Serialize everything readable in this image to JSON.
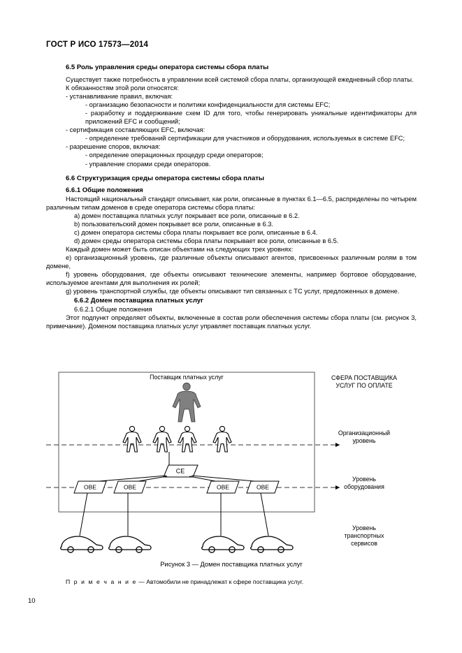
{
  "document": {
    "header": "ГОСТ Р ИСО 17573—2014",
    "page_number": "10"
  },
  "sections": {
    "s65_title": "6.5  Роль управления среды оператора системы сбора платы",
    "s65_p1": "Существует также потребность в управлении всей системой сбора платы, организующей ежедневный сбор платы.",
    "s65_p2": "К обязанностям этой роли относятся:",
    "s65_b1": "- устанавливание правил, включая:",
    "s65_b1a": "- организацию безопасности и политики конфиденциальности для системы EFC;",
    "s65_b1b": "- разработку и поддерживание схем ID для того, чтобы генерировать уникальные идентификаторы для приложений EFC и сообщений;",
    "s65_b2": "- сертификация составляющих EFC, включая:",
    "s65_b2a": "- определение требований сертификации для участников и оборудования, используемых в системе EFC;",
    "s65_b3": "- разрешение споров, включая:",
    "s65_b3a": "- определение операционных процедур среди операторов;",
    "s65_b3b": "- управление спорами среди операторов.",
    "s66_title": "6.6  Структуризация среды оператора системы сбора платы",
    "s661_title": "6.6.1  Общие положения",
    "s661_p1": "Настоящий национальный стандарт описывает, как роли, описанные в пунктах 6.1—6.5, распределены по четырем различным типам доменов в среде оператора системы сбора платы:",
    "s661_a": "a)  домен поставщика платных услуг покрывает все роли, описанные в 6.2.",
    "s661_b": "b)  пользовательский домен покрывает все роли, описанные в 6.3.",
    "s661_c": "c)  домен оператора системы сбора платы покрывает все роли, описанные в 6.4.",
    "s661_d": "d)  домен среды оператора системы сбора платы покрывает все роли, описанные в 6.5.",
    "s661_p2": "Каждый домен может быть описан объектами на следующих трех уровнях:",
    "s661_e": "e)  организационный уровень, где различные объекты описывают агентов, присвоенных различным ролям в том домене,",
    "s661_f": "f)  уровень оборудования, где объекты описывают технические элементы, например бортовое оборудование, используемое агентами для выполнения их ролей;",
    "s661_g": "g)  уровень транспортной службы, где объекты описывают тип связанных с ТС услуг, предложенных в домене.",
    "s662_title": "6.6.2  Домен поставщика платных услуг",
    "s6621_title": "6.6.2.1  Общие положения",
    "s6621_p1": "Этот подпункт определяет объекты, включенные в состав роли обеспечения системы сбора платы (см. рисунок 3, примечание). Доменом поставщика платных услуг управляет поставщик платных услуг."
  },
  "figure": {
    "top_actor_label": "Поставщик платных услуг",
    "domain_label_line1": "СФЕРА ПОСТАВЩИКА",
    "domain_label_line2": "УСЛУГ ПО ОПЛАТЕ",
    "level_org_line1": "Организационный",
    "level_org_line2": "уровень",
    "level_equip_line1": "Уровень",
    "level_equip_line2": "оборудования",
    "level_transport_line1": "Уровень",
    "level_transport_line2": "транспортных",
    "level_transport_line3": "сервисов",
    "node_ce": "CE",
    "node_obe": "OBE",
    "obe_nodes": [
      "OBE",
      "OBE",
      "OBE",
      "OBE"
    ],
    "caption": "Рисунок 3 — Домен поставщика платных услуг",
    "note_label": "П р и м е ч а н и е",
    "note_text": " — Автомобили не принадлежат к сфере поставщика услуг."
  },
  "colors": {
    "text": "#000000",
    "line": "#000000",
    "dashed": "#555555",
    "actor_fill": "#7f7f7f",
    "frame": "#444444"
  }
}
